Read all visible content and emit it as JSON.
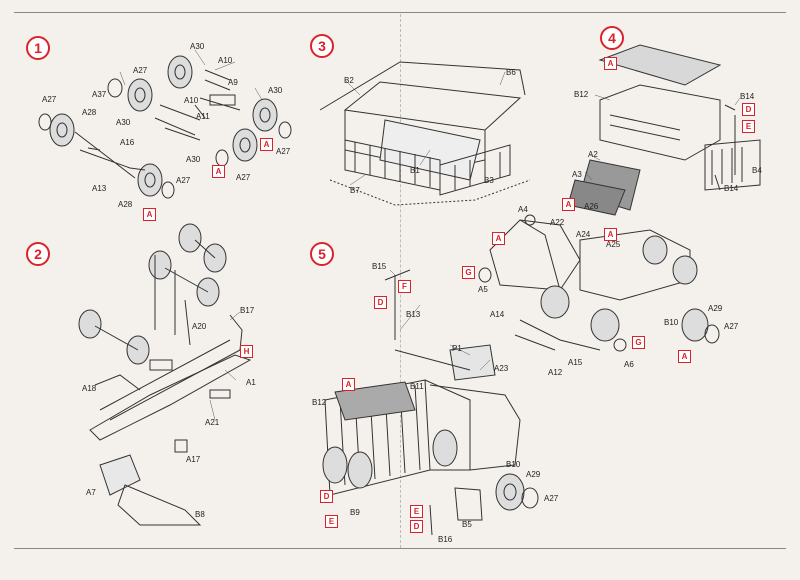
{
  "steps": [
    "1",
    "2",
    "3",
    "4",
    "5"
  ],
  "step1": {
    "labels": [
      "A30",
      "A27",
      "A10",
      "A37",
      "A9",
      "A27",
      "A30",
      "A10",
      "A28",
      "A11",
      "A16",
      "A30",
      "A27",
      "A30",
      "A27",
      "A13",
      "A28",
      "A27"
    ],
    "boxes": [
      "A",
      "A",
      "A"
    ]
  },
  "step2": {
    "labels": [
      "B17",
      "A20",
      "A18",
      "A1",
      "A21",
      "A17",
      "A7",
      "B8"
    ],
    "boxes": [
      "H"
    ]
  },
  "step3": {
    "labels": [
      "B2",
      "B6",
      "B1",
      "B7",
      "B3"
    ]
  },
  "step4": {
    "labels": [
      "B12",
      "B14",
      "B4",
      "B14",
      "A2",
      "A3",
      "A26",
      "A4",
      "A22",
      "A24",
      "A25",
      "A5",
      "A14",
      "A15",
      "A12",
      "A6",
      "A29",
      "B10",
      "A27"
    ],
    "boxes": [
      "A",
      "D",
      "E",
      "A",
      "A",
      "G",
      "A",
      "G",
      "A"
    ]
  },
  "step5": {
    "labels": [
      "B15",
      "B13",
      "P1",
      "A23",
      "B11",
      "B12",
      "B10",
      "A29",
      "A27",
      "B9",
      "B5",
      "B16"
    ],
    "boxes": [
      "D",
      "F",
      "A",
      "D",
      "E",
      "E",
      "D"
    ]
  }
}
